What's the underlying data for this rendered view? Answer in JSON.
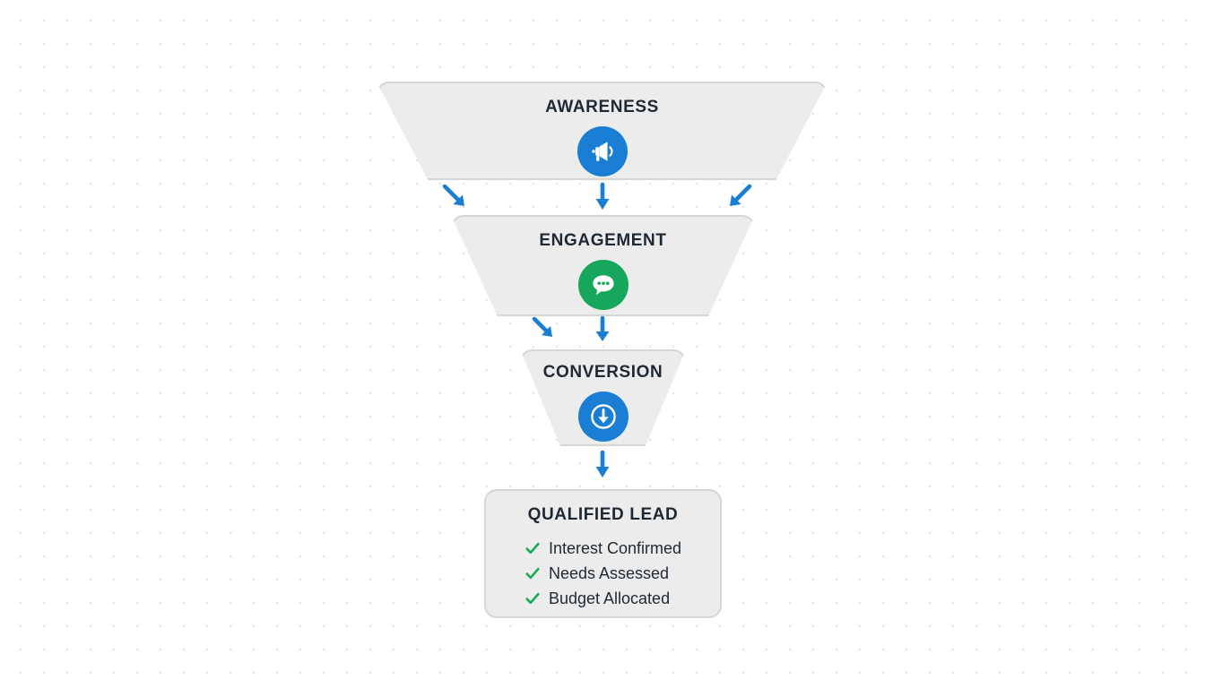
{
  "diagram": {
    "type": "sales-funnel",
    "background": "#ffffff",
    "dot_grid_color": "#e3e3e6",
    "shape_fill": "#ececec",
    "shape_border": "#d6d6d6",
    "text_color": "#1f2933",
    "accent_blue": "#1a7fd4",
    "accent_green": "#16a75c",
    "check_green": "#1faa5a",
    "stages": [
      {
        "id": "awareness",
        "title": "AWARENESS",
        "icon": "megaphone-icon",
        "icon_color": "#1a7fd4"
      },
      {
        "id": "engagement",
        "title": "ENGAGEMENT",
        "icon": "chat-bubble-icon",
        "icon_color": "#16a75c"
      },
      {
        "id": "conversion",
        "title": "CONVERSION",
        "icon": "download-arrow-icon",
        "icon_color": "#1a7fd4"
      }
    ],
    "connectors": [
      {
        "id": "awareness-to-engagement-left",
        "direction": "down-right"
      },
      {
        "id": "awareness-to-engagement-center",
        "direction": "down"
      },
      {
        "id": "awareness-to-engagement-right",
        "direction": "down-left"
      },
      {
        "id": "engagement-to-conversion-left",
        "direction": "down-right"
      },
      {
        "id": "engagement-to-conversion-center",
        "direction": "down"
      },
      {
        "id": "conversion-to-qualified-lead",
        "direction": "down"
      }
    ],
    "result_card": {
      "title": "QUALIFIED LEAD",
      "items": [
        {
          "label": "Interest Confirmed",
          "icon": "check-icon"
        },
        {
          "label": "Needs Assessed",
          "icon": "check-icon"
        },
        {
          "label": "Budget Allocated",
          "icon": "check-icon"
        }
      ]
    }
  }
}
